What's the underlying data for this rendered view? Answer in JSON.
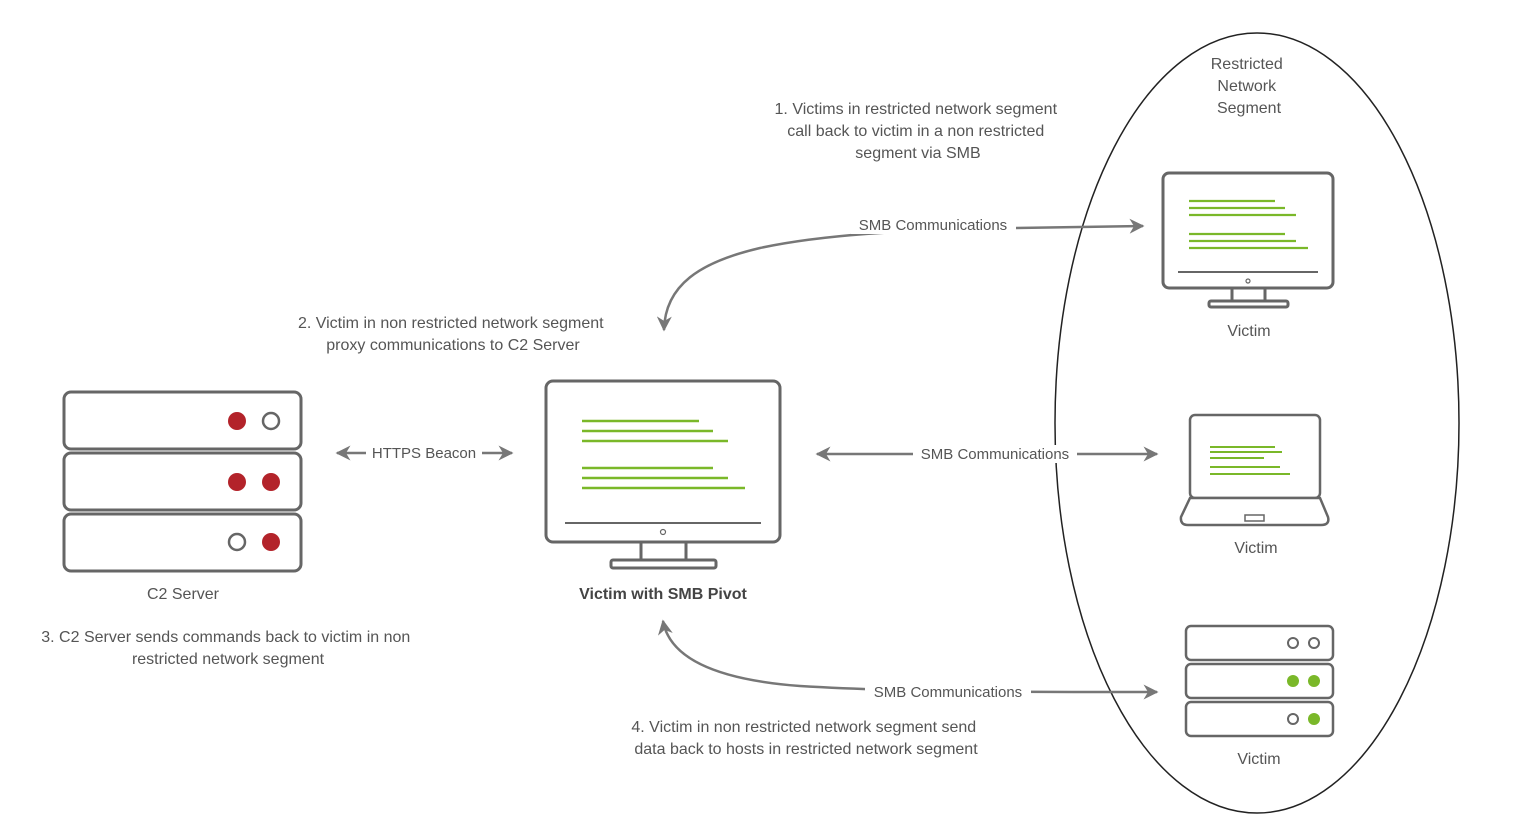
{
  "colors": {
    "outline": "#666666",
    "line": "#777777",
    "accent_red": "#b3232a",
    "accent_green": "#7ab829",
    "text": "#555555"
  },
  "region": {
    "title_lines": [
      "Restricted",
      "Network",
      "Segment"
    ]
  },
  "nodes": {
    "c2_server": {
      "label": "C2 Server",
      "icon": "server-icon"
    },
    "pivot": {
      "label": "Victim with SMB Pivot",
      "icon": "monitor-icon"
    },
    "victim_monitor": {
      "label": "Victim",
      "icon": "monitor-icon"
    },
    "victim_laptop": {
      "label": "Victim",
      "icon": "laptop-icon"
    },
    "victim_server": {
      "label": "Victim",
      "icon": "server-icon"
    }
  },
  "steps": {
    "step1": [
      "1. Victims in restricted network segment",
      "call back to victim in a non restricted",
      "segment via SMB"
    ],
    "step2": [
      "2. Victim in non restricted network segment",
      "proxy communications to C2 Server"
    ],
    "step3": [
      "3. C2 Server sends commands back to victim in non",
      "restricted network segment"
    ],
    "step4": [
      "4. Victim in non restricted network segment send",
      "data back to hosts in restricted network segment"
    ]
  },
  "edges": {
    "https": "HTTPS Beacon",
    "smb_top": "SMB Communications",
    "smb_mid": "SMB Communications",
    "smb_bottom": "SMB Communications"
  }
}
